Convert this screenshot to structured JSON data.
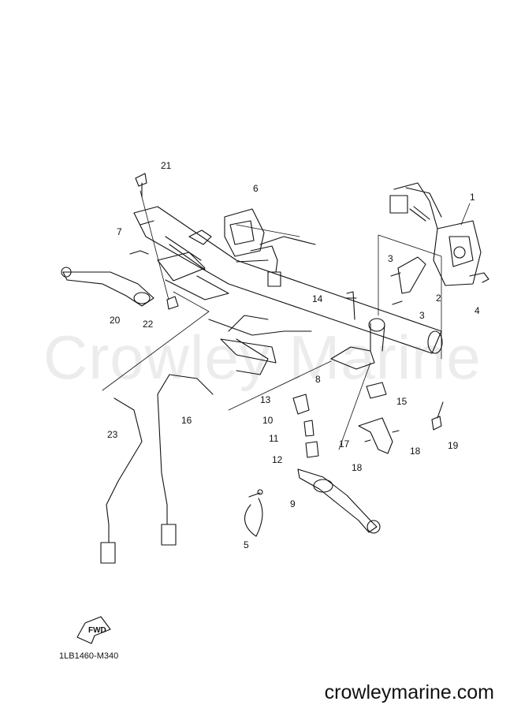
{
  "diagram": {
    "callouts": [
      "1",
      "2",
      "3",
      "3",
      "4",
      "5",
      "6",
      "7",
      "8",
      "9",
      "10",
      "11",
      "12",
      "13",
      "14",
      "15",
      "16",
      "17",
      "18",
      "18",
      "19",
      "20",
      "21",
      "22",
      "23"
    ],
    "fwd_label": "FWD",
    "drawing_code": "1LB1460-M340"
  },
  "watermark": "Crowley Marine",
  "site": "crowleymarine.com"
}
